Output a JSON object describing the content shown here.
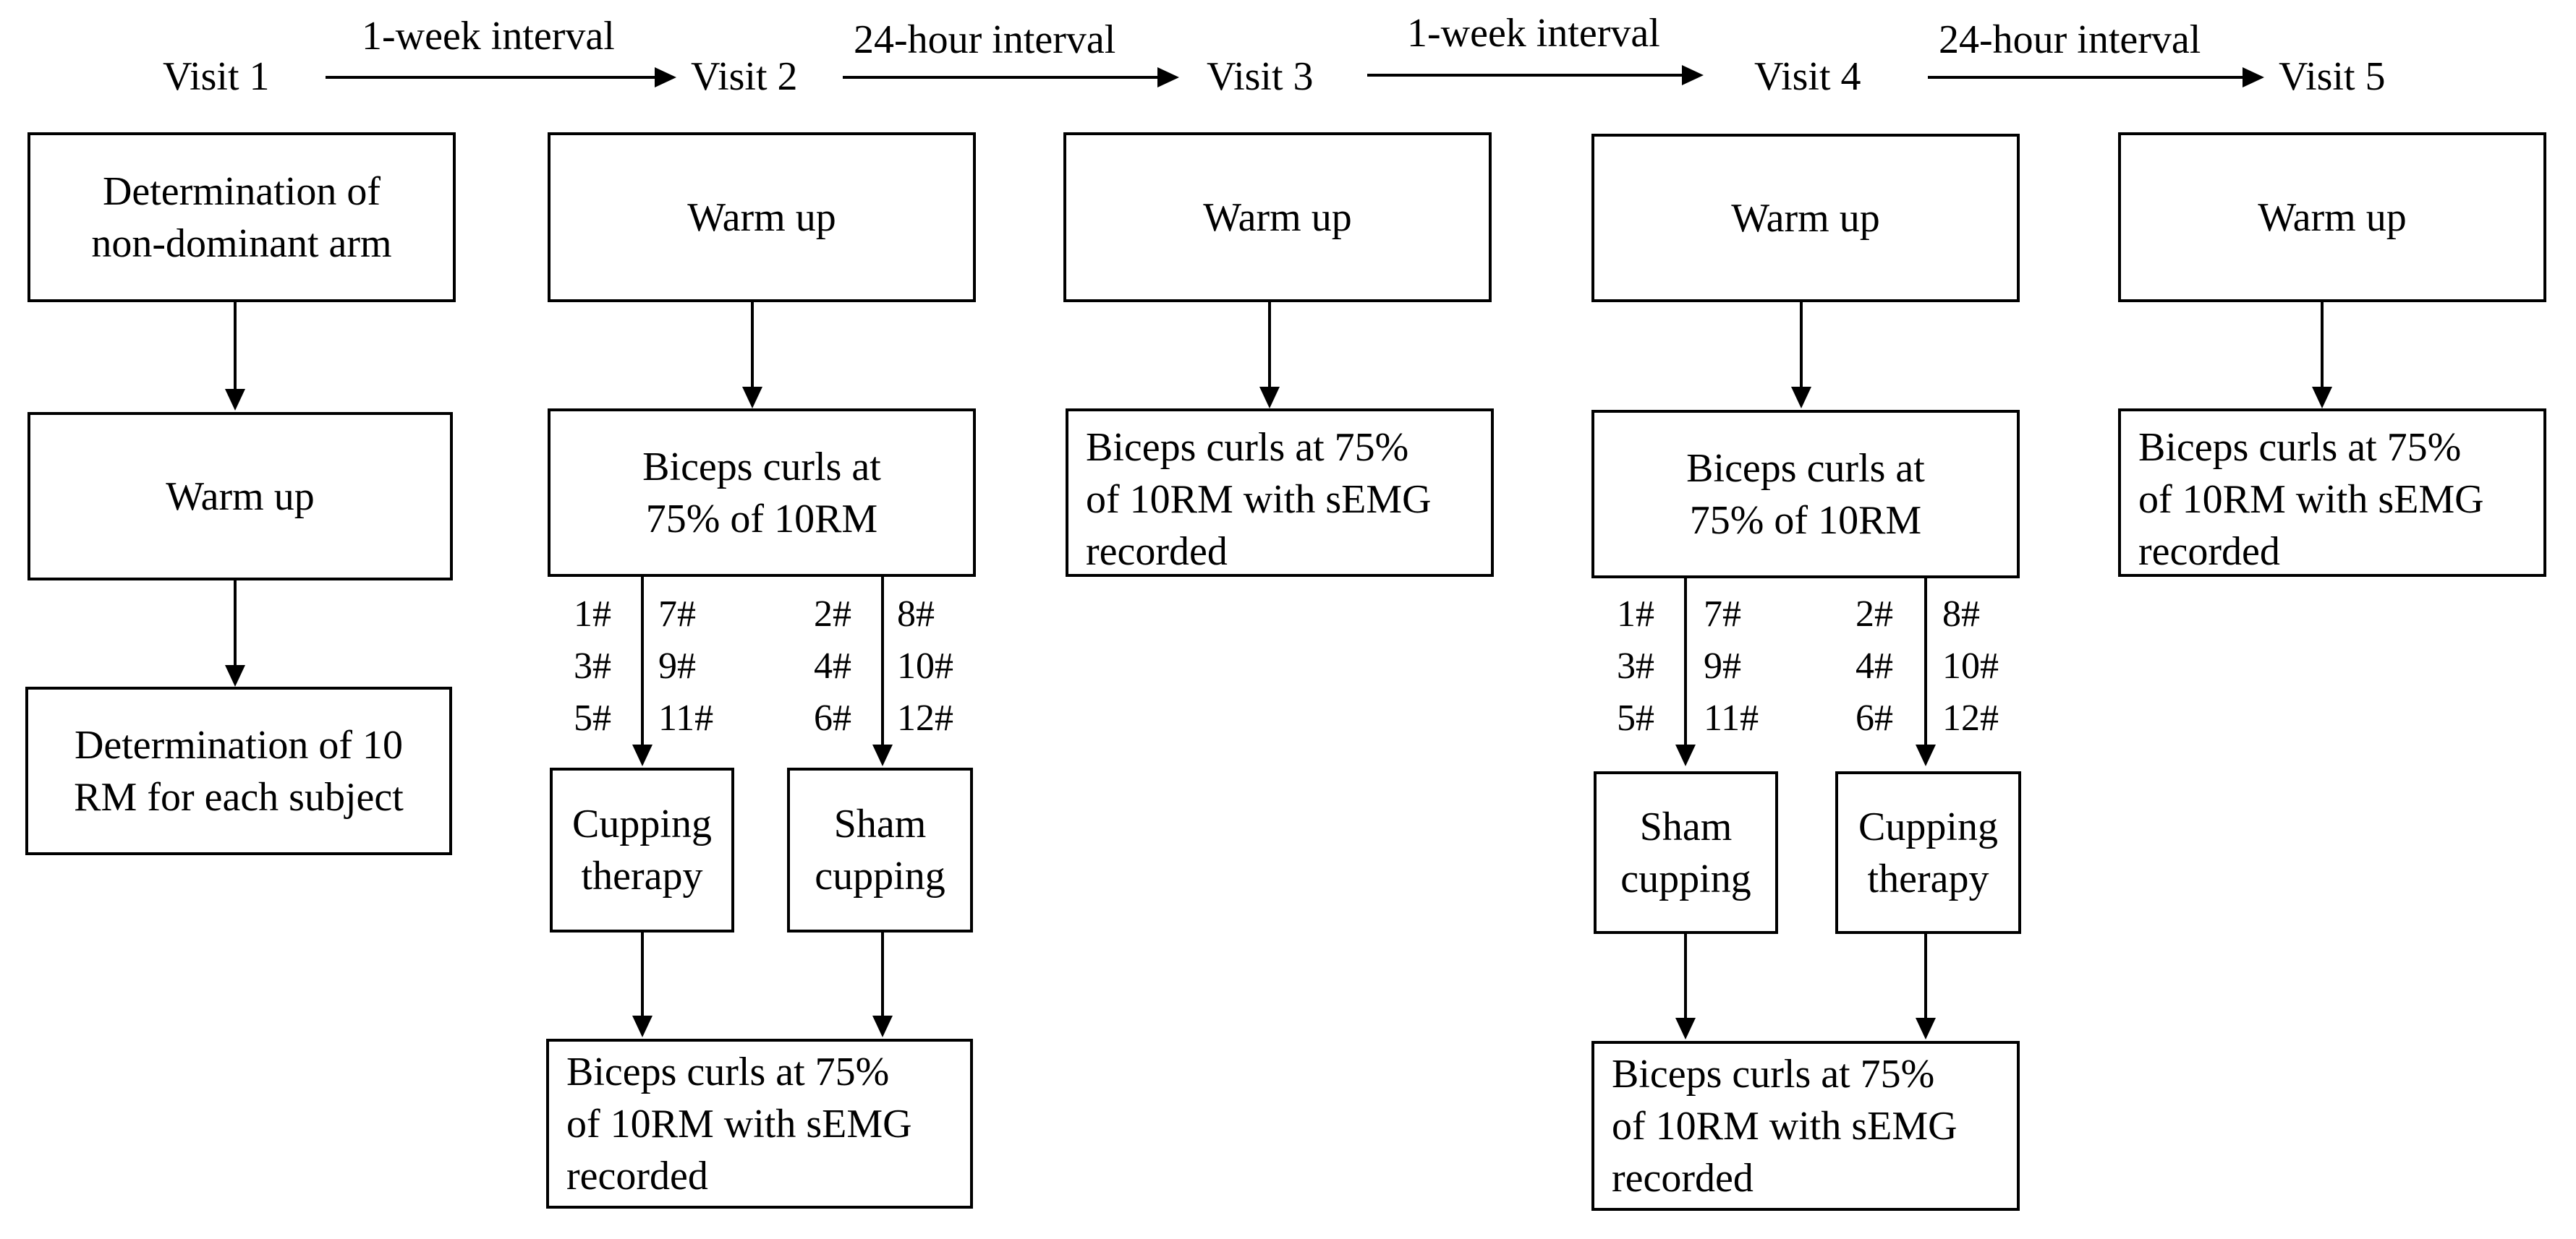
{
  "visits": {
    "v1": "Visit 1",
    "v2": "Visit 2",
    "v3": "Visit 3",
    "v4": "Visit 4",
    "v5": "Visit 5"
  },
  "intervals": {
    "i12": "1-week interval",
    "i23": "24-hour interval",
    "i34": "1-week interval",
    "i45": "24-hour interval"
  },
  "visit1": {
    "step1": "Determination of\nnon-dominant arm",
    "step2": "Warm up",
    "step3": "Determination of 10\nRM for each subject"
  },
  "visit2": {
    "warmup": "Warm up",
    "curls": "Biceps curls at\n75% of 10RM",
    "group_a_left": "1#\n3#\n5#",
    "group_a_right": "7#\n9#\n11#",
    "group_b_left": "2#\n4#\n6#",
    "group_b_right": "8#\n10#\n12#",
    "treatment_a": "Cupping\ntherapy",
    "treatment_b": "Sham\ncupping",
    "final": "Biceps curls at 75%\nof 10RM with sEMG\nrecorded"
  },
  "visit3": {
    "warmup": "Warm up",
    "curls": "Biceps curls at 75%\nof 10RM with sEMG\nrecorded"
  },
  "visit4": {
    "warmup": "Warm up",
    "curls": "Biceps curls at\n75% of 10RM",
    "group_a_left": "1#\n3#\n5#",
    "group_a_right": "7#\n9#\n11#",
    "group_b_left": "2#\n4#\n6#",
    "group_b_right": "8#\n10#\n12#",
    "treatment_a": "Sham\ncupping",
    "treatment_b": "Cupping\ntherapy",
    "final": "Biceps curls at 75%\nof 10RM with sEMG\nrecorded"
  },
  "visit5": {
    "warmup": "Warm up",
    "curls": "Biceps curls at 75%\nof 10RM with sEMG\nrecorded"
  }
}
